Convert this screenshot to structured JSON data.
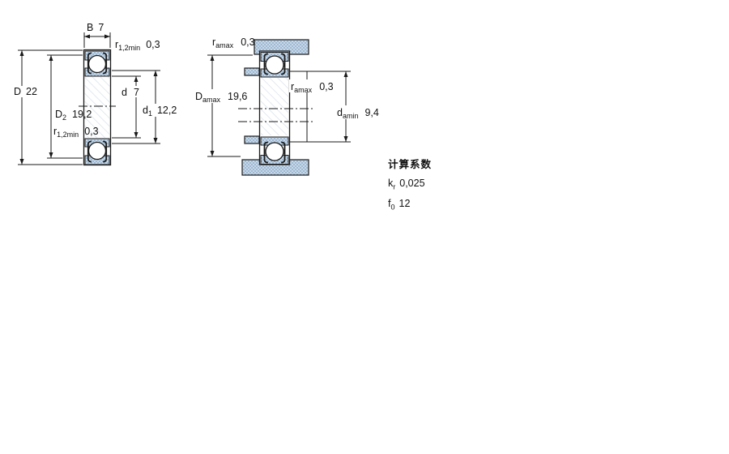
{
  "figures": {
    "left": {
      "title": "bearing cross-section with boundary dimensions",
      "dims": {
        "B": {
          "sym": "B",
          "sub": "",
          "val": "7"
        },
        "r12top": {
          "sym": "r",
          "sub": "1,2min",
          "val": "0,3"
        },
        "D": {
          "sym": "D",
          "sub": "",
          "val": "22"
        },
        "D2": {
          "sym": "D",
          "sub": "2",
          "val": "19,2"
        },
        "r12bot": {
          "sym": "r",
          "sub": "1,2min",
          "val": "0,3"
        },
        "d": {
          "sym": "d",
          "sub": "",
          "val": "7"
        },
        "d1": {
          "sym": "d",
          "sub": "1",
          "val": "12,2"
        }
      }
    },
    "right": {
      "title": "bearing abutment and fillet dimensions",
      "dims": {
        "ratop": {
          "sym": "r",
          "sub": "amax",
          "val": "0,3"
        },
        "Da": {
          "sym": "D",
          "sub": "amax",
          "val": "19,6"
        },
        "ramid": {
          "sym": "r",
          "sub": "amax",
          "val": "0,3"
        },
        "da": {
          "sym": "d",
          "sub": "amin",
          "val": "9,4"
        }
      }
    }
  },
  "calculation_factors": {
    "title": "计算系数",
    "rows": [
      {
        "sym": "k",
        "sub": "r",
        "val": "0,025"
      },
      {
        "sym": "f",
        "sub": "0",
        "val": "12"
      }
    ]
  },
  "colors": {
    "hatch_fill": "#c8d8e8",
    "hatch_dot": "#7fa3c2",
    "line": "#1a1a1a",
    "faint_line": "#e3e9ee"
  }
}
